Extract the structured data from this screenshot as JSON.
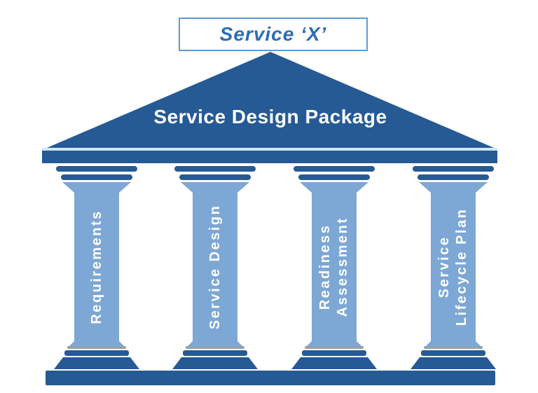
{
  "title_box": {
    "label": "Service ‘X’"
  },
  "pediment": {
    "label": "Service Design Package"
  },
  "pillars": [
    {
      "label": "Requirements",
      "lines": [
        "Requirements"
      ]
    },
    {
      "label": "Service Design",
      "lines": [
        "Service Design"
      ]
    },
    {
      "label": "Readiness Assessment",
      "lines": [
        "Readiness",
        "Assessment"
      ]
    },
    {
      "label": "Service Lifecycle Plan",
      "lines": [
        "Service",
        "Lifecycle Plan"
      ]
    }
  ],
  "colors": {
    "dark_blue": "#265a94",
    "light_blue": "#7da7d4",
    "pale_blue": "#cfe8f4",
    "gray_blue": "#93a2ad",
    "title_text": "#2d6cb5",
    "box_border": "#5b9bd5",
    "background": "#ffffff"
  }
}
